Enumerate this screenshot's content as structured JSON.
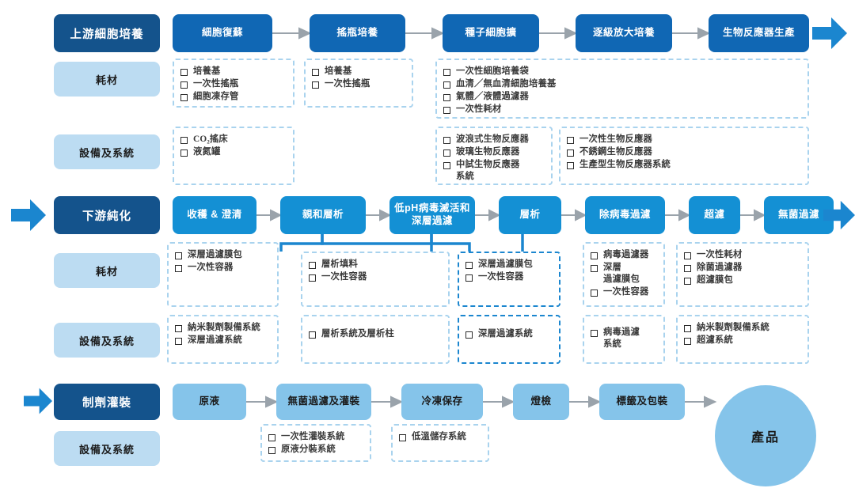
{
  "meta": {
    "colors": {
      "section_navy": "#14538c",
      "row_label_blue": "#bcdcf2",
      "upstream_box": "#1067b4",
      "downstream_box": "#1490d4",
      "fill_box": "#85c4ea",
      "dash_light": "#a9d3ee",
      "dash_strong": "#1b86cf",
      "arrow_grey": "#9aa3ab",
      "big_arrow": "#1b86cf"
    }
  },
  "sections": [
    {
      "id": "upstream",
      "title": "上游細胞培養",
      "rows": [
        {
          "id": "up-consumables",
          "label": "耗材"
        },
        {
          "id": "up-equipment",
          "label": "設備及系統"
        }
      ],
      "steps": [
        {
          "id": "up-1",
          "label": "細胞復蘇"
        },
        {
          "id": "up-2",
          "label": "搖瓶培養"
        },
        {
          "id": "up-3",
          "label": "種子細胞擴"
        },
        {
          "id": "up-4",
          "label": "逐級放大培養"
        },
        {
          "id": "up-5",
          "label": "生物反應器生產"
        }
      ],
      "consumables": [
        {
          "id": "up-cons-1",
          "items": [
            "培養基",
            "一次性搖瓶",
            "細胞凍存管"
          ]
        },
        {
          "id": "up-cons-2",
          "items": [
            "培養基",
            "一次性搖瓶"
          ]
        },
        {
          "id": "up-cons-3",
          "items": [
            "一次性細胞培養袋",
            "血清／無血清細胞培養基",
            "氣體／液體過濾器",
            "一次性耗材"
          ]
        }
      ],
      "equipment": [
        {
          "id": "up-eq-1",
          "items": [
            "CO₂搖床",
            "液氮罐"
          ]
        },
        {
          "id": "up-eq-2",
          "items": [
            "波浪式生物反應器",
            "玻璃生物反應器",
            "中試生物反應器\n系統"
          ]
        },
        {
          "id": "up-eq-3",
          "items": [
            "一次性生物反應器",
            "不銹鋼生物反應器",
            "生產型生物反應器系統"
          ]
        }
      ]
    },
    {
      "id": "downstream",
      "title": "下游純化",
      "rows": [
        {
          "id": "down-consumables",
          "label": "耗材"
        },
        {
          "id": "down-equipment",
          "label": "設備及系統"
        }
      ],
      "steps": [
        {
          "id": "dn-1",
          "label": "收穫 & 澄清"
        },
        {
          "id": "dn-2",
          "label": "親和層析"
        },
        {
          "id": "dn-3",
          "label": "低pH病毒滅活和\n深層過濾"
        },
        {
          "id": "dn-4",
          "label": "層析"
        },
        {
          "id": "dn-5",
          "label": "除病毒過濾"
        },
        {
          "id": "dn-6",
          "label": "超濾"
        },
        {
          "id": "dn-7",
          "label": "無菌過濾"
        }
      ],
      "consumables": [
        {
          "id": "dn-cons-1",
          "items": [
            "深層過濾膜包",
            "一次性容器"
          ]
        },
        {
          "id": "dn-cons-2",
          "items": [
            "層析填料",
            "一次性容器"
          ]
        },
        {
          "id": "dn-cons-3",
          "items": [
            "深層過濾膜包",
            "一次性容器"
          ]
        },
        {
          "id": "dn-cons-4",
          "items": [
            "病毒過濾器",
            "深層\n過濾膜包",
            "一次性容器"
          ]
        },
        {
          "id": "dn-cons-5",
          "items": [
            "一次性耗材",
            "除菌過濾器",
            "超濾膜包"
          ]
        }
      ],
      "equipment": [
        {
          "id": "dn-eq-1",
          "items": [
            "納米製劑製備系統",
            "深層過濾系統"
          ]
        },
        {
          "id": "dn-eq-2",
          "items": [
            "層析系統及層析柱"
          ]
        },
        {
          "id": "dn-eq-3",
          "items": [
            "深層過濾系統"
          ]
        },
        {
          "id": "dn-eq-4",
          "items": [
            "病毒過濾\n系統"
          ]
        },
        {
          "id": "dn-eq-5",
          "items": [
            "納米製劑製備系統",
            "超濾系統"
          ]
        }
      ]
    },
    {
      "id": "formulation",
      "title": "制劑灌裝",
      "rows": [
        {
          "id": "fill-equipment",
          "label": "設備及系統"
        }
      ],
      "steps": [
        {
          "id": "fl-1",
          "label": "原液"
        },
        {
          "id": "fl-2",
          "label": "無菌過濾及灌裝"
        },
        {
          "id": "fl-3",
          "label": "冷凍保存"
        },
        {
          "id": "fl-4",
          "label": "燈檢"
        },
        {
          "id": "fl-5",
          "label": "標籤及包裝"
        }
      ],
      "equipment": [
        {
          "id": "fl-eq-1",
          "items": [
            "一次性灌裝系統",
            "原液分裝系統"
          ]
        },
        {
          "id": "fl-eq-2",
          "items": [
            "低溫儲存系統"
          ]
        }
      ],
      "product": {
        "id": "product",
        "label": "產品"
      }
    }
  ]
}
